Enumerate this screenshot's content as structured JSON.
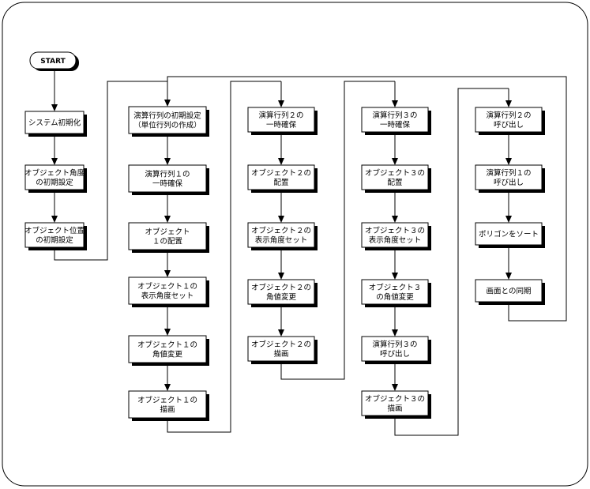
{
  "diagram": {
    "start_label": "START",
    "columns": [
      {
        "nodes": [
          {
            "lines": [
              "システム初期化"
            ]
          },
          {
            "lines": [
              "オブジェクト角度",
              "の初期設定"
            ]
          },
          {
            "lines": [
              "オブジェクト位置",
              "の初期設定"
            ]
          }
        ]
      },
      {
        "nodes": [
          {
            "lines": [
              "演算行列の初期設定",
              "（単位行列の作成）"
            ]
          },
          {
            "lines": [
              "演算行列１の",
              "一時確保"
            ]
          },
          {
            "lines": [
              "オブジェクト",
              "１の配置"
            ]
          },
          {
            "lines": [
              "オブジェクト１の",
              "表示角度セット"
            ]
          },
          {
            "lines": [
              "オブジェクト１の",
              "角値変更"
            ]
          },
          {
            "lines": [
              "オブジェクト１の",
              "描画"
            ]
          }
        ]
      },
      {
        "nodes": [
          {
            "lines": [
              "演算行列２の",
              "一時確保"
            ]
          },
          {
            "lines": [
              "オブジェクト２の",
              "配置"
            ]
          },
          {
            "lines": [
              "オブジェクト２の",
              "表示角度セット"
            ]
          },
          {
            "lines": [
              "オブジェクト２の",
              "角値変更"
            ]
          },
          {
            "lines": [
              "オブジェクト２の",
              "描画"
            ]
          }
        ]
      },
      {
        "nodes": [
          {
            "lines": [
              "演算行列３の",
              "一時確保"
            ]
          },
          {
            "lines": [
              "オブジェクト３の",
              "配置"
            ]
          },
          {
            "lines": [
              "オブジェクト３の",
              "表示角度セット"
            ]
          },
          {
            "lines": [
              "オブジェクト３",
              "の角値変更"
            ]
          },
          {
            "lines": [
              "演算行列３の",
              "呼び出し"
            ]
          },
          {
            "lines": [
              "オブジェクト３の",
              "描画"
            ]
          }
        ]
      },
      {
        "nodes": [
          {
            "lines": [
              "演算行列２の",
              "呼び出し"
            ]
          },
          {
            "lines": [
              "演算行列１の",
              "呼び出し"
            ]
          },
          {
            "lines": [
              "ポリゴンをソート"
            ]
          },
          {
            "lines": [
              "画面との同期"
            ]
          }
        ]
      }
    ]
  }
}
